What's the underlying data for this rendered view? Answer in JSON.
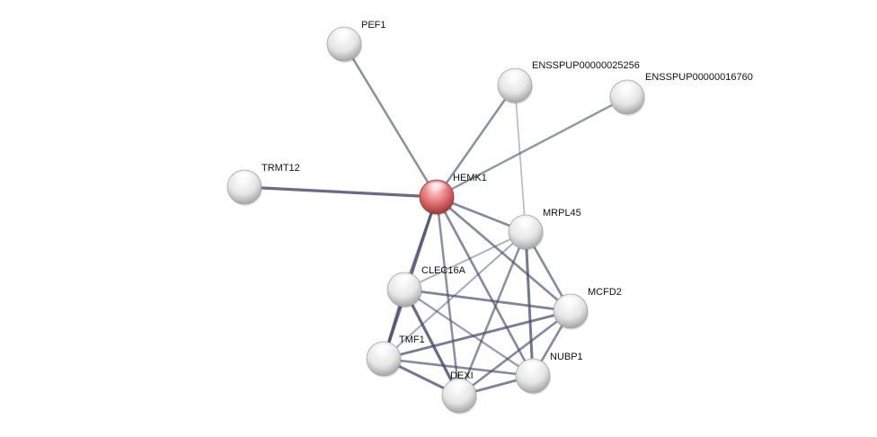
{
  "network": {
    "colors": {
      "query_node": "#d9595b",
      "other_node": "#e2e2e2",
      "edge": "#49506e",
      "label": "#111111"
    },
    "nodes": [
      {
        "id": "HEMK1",
        "label": "HEMK1",
        "query": true
      },
      {
        "id": "PEF1",
        "label": "PEF1",
        "query": false
      },
      {
        "id": "ENSSPUP00000025256",
        "label": "ENSSPUP00000025256",
        "query": false
      },
      {
        "id": "ENSSPUP00000016760",
        "label": "ENSSPUP00000016760",
        "query": false
      },
      {
        "id": "TRMT12",
        "label": "TRMT12",
        "query": false
      },
      {
        "id": "MRPL45",
        "label": "MRPL45",
        "query": false
      },
      {
        "id": "CLEC16A",
        "label": "CLEC16A",
        "query": false
      },
      {
        "id": "MCFD2",
        "label": "MCFD2",
        "query": false
      },
      {
        "id": "TMF1",
        "label": "TMF1",
        "query": false
      },
      {
        "id": "NUBP1",
        "label": "NUBP1",
        "query": false
      },
      {
        "id": "DEXI",
        "label": "DEXI",
        "query": false
      }
    ],
    "edges": [
      {
        "source": "HEMK1",
        "target": "PEF1",
        "strength": 0.55
      },
      {
        "source": "HEMK1",
        "target": "ENSSPUP00000025256",
        "strength": 0.55
      },
      {
        "source": "HEMK1",
        "target": "ENSSPUP00000016760",
        "strength": 0.5
      },
      {
        "source": "HEMK1",
        "target": "TRMT12",
        "strength": 0.85
      },
      {
        "source": "HEMK1",
        "target": "MRPL45",
        "strength": 0.6
      },
      {
        "source": "HEMK1",
        "target": "CLEC16A",
        "strength": 0.55
      },
      {
        "source": "HEMK1",
        "target": "MCFD2",
        "strength": 0.6
      },
      {
        "source": "HEMK1",
        "target": "TMF1",
        "strength": 0.85
      },
      {
        "source": "HEMK1",
        "target": "NUBP1",
        "strength": 0.6
      },
      {
        "source": "HEMK1",
        "target": "DEXI",
        "strength": 0.55
      },
      {
        "source": "ENSSPUP00000025256",
        "target": "MRPL45",
        "strength": 0.2
      },
      {
        "source": "MRPL45",
        "target": "CLEC16A",
        "strength": 0.3
      },
      {
        "source": "MRPL45",
        "target": "MCFD2",
        "strength": 0.6
      },
      {
        "source": "MRPL45",
        "target": "NUBP1",
        "strength": 0.75
      },
      {
        "source": "MRPL45",
        "target": "DEXI",
        "strength": 0.55
      },
      {
        "source": "MRPL45",
        "target": "TMF1",
        "strength": 0.35
      },
      {
        "source": "CLEC16A",
        "target": "MCFD2",
        "strength": 0.65
      },
      {
        "source": "CLEC16A",
        "target": "TMF1",
        "strength": 0.75
      },
      {
        "source": "CLEC16A",
        "target": "DEXI",
        "strength": 0.85
      },
      {
        "source": "CLEC16A",
        "target": "NUBP1",
        "strength": 0.45
      },
      {
        "source": "MCFD2",
        "target": "TMF1",
        "strength": 0.7
      },
      {
        "source": "MCFD2",
        "target": "NUBP1",
        "strength": 0.6
      },
      {
        "source": "MCFD2",
        "target": "DEXI",
        "strength": 0.6
      },
      {
        "source": "TMF1",
        "target": "DEXI",
        "strength": 0.75
      },
      {
        "source": "TMF1",
        "target": "NUBP1",
        "strength": 0.6
      },
      {
        "source": "DEXI",
        "target": "NUBP1",
        "strength": 0.65
      }
    ]
  }
}
